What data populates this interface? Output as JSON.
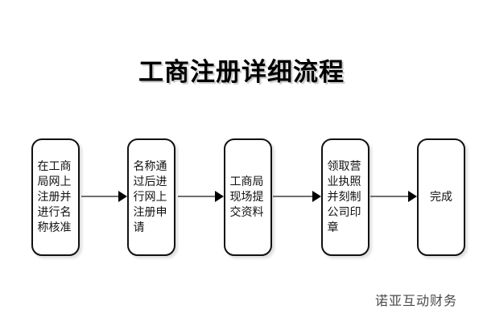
{
  "diagram": {
    "title": "工商注册详细流程",
    "watermark": "诺亚互动财务",
    "accent_colors": {
      "background": "#ffffff",
      "box_border": "#111111",
      "box_fill": "#ffffff",
      "text": "#111111",
      "connector_line": "#6f6f6f",
      "connector_head": "#000000",
      "title_shadow": "#c9c9c9",
      "watermark_text": "#4a4a4a"
    },
    "steps": [
      {
        "id": "step-1",
        "label": "在工商局网上注册并进行名称核准"
      },
      {
        "id": "step-2",
        "label": "名称通过后进行网上注册申请"
      },
      {
        "id": "step-3",
        "label": "工商局现场提交资料"
      },
      {
        "id": "step-4",
        "label": "领取营业执照并刻制公司印章"
      },
      {
        "id": "step-5",
        "label": "完成"
      }
    ],
    "connectors": [
      {
        "id": "connector-1",
        "from": "step-1",
        "to": "step-2",
        "direction": "right"
      },
      {
        "id": "connector-2",
        "from": "step-2",
        "to": "step-3",
        "direction": "right"
      },
      {
        "id": "connector-3",
        "from": "step-3",
        "to": "step-4",
        "direction": "right"
      },
      {
        "id": "connector-4",
        "from": "step-4",
        "to": "step-5",
        "direction": "right"
      }
    ]
  }
}
